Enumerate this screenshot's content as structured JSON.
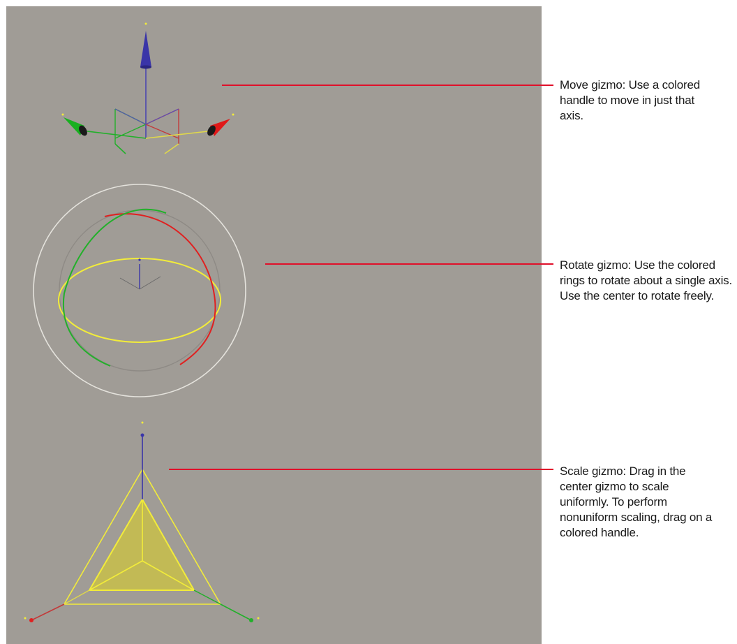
{
  "callouts": {
    "move": "Move gizmo: Use a colored handle to move in just that axis.",
    "rotate": "Rotate gizmo: Use the colored rings to rotate about a single axis. Use the center to rotate freely.",
    "scale": "Scale gizmo: Drag in the center gizmo to scale uniformly. To perform nonuniform scaling, drag on a colored handle."
  },
  "colors": {
    "viewport_bg": "#a09c96",
    "leader_line": "#e0102a",
    "x_axis": "#e02020",
    "y_axis": "#22b02a",
    "z_axis": "#3a35a8",
    "scale_fill": "#d6cf3a",
    "scale_outline": "#f2ec3a",
    "rotate_view_ring": "#e4e2dc",
    "rotate_trackball": "#8e8a85"
  },
  "gizmos": [
    {
      "id": "move",
      "handles": [
        "x-cone-handle",
        "y-cone-handle",
        "z-cone-handle"
      ]
    },
    {
      "id": "rotate",
      "rings": [
        "x-ring",
        "y-ring",
        "z-ring",
        "view-ring"
      ]
    },
    {
      "id": "scale",
      "handles": [
        "x-scale-handle",
        "y-scale-handle",
        "z-scale-handle",
        "center-scale-handle"
      ]
    }
  ]
}
